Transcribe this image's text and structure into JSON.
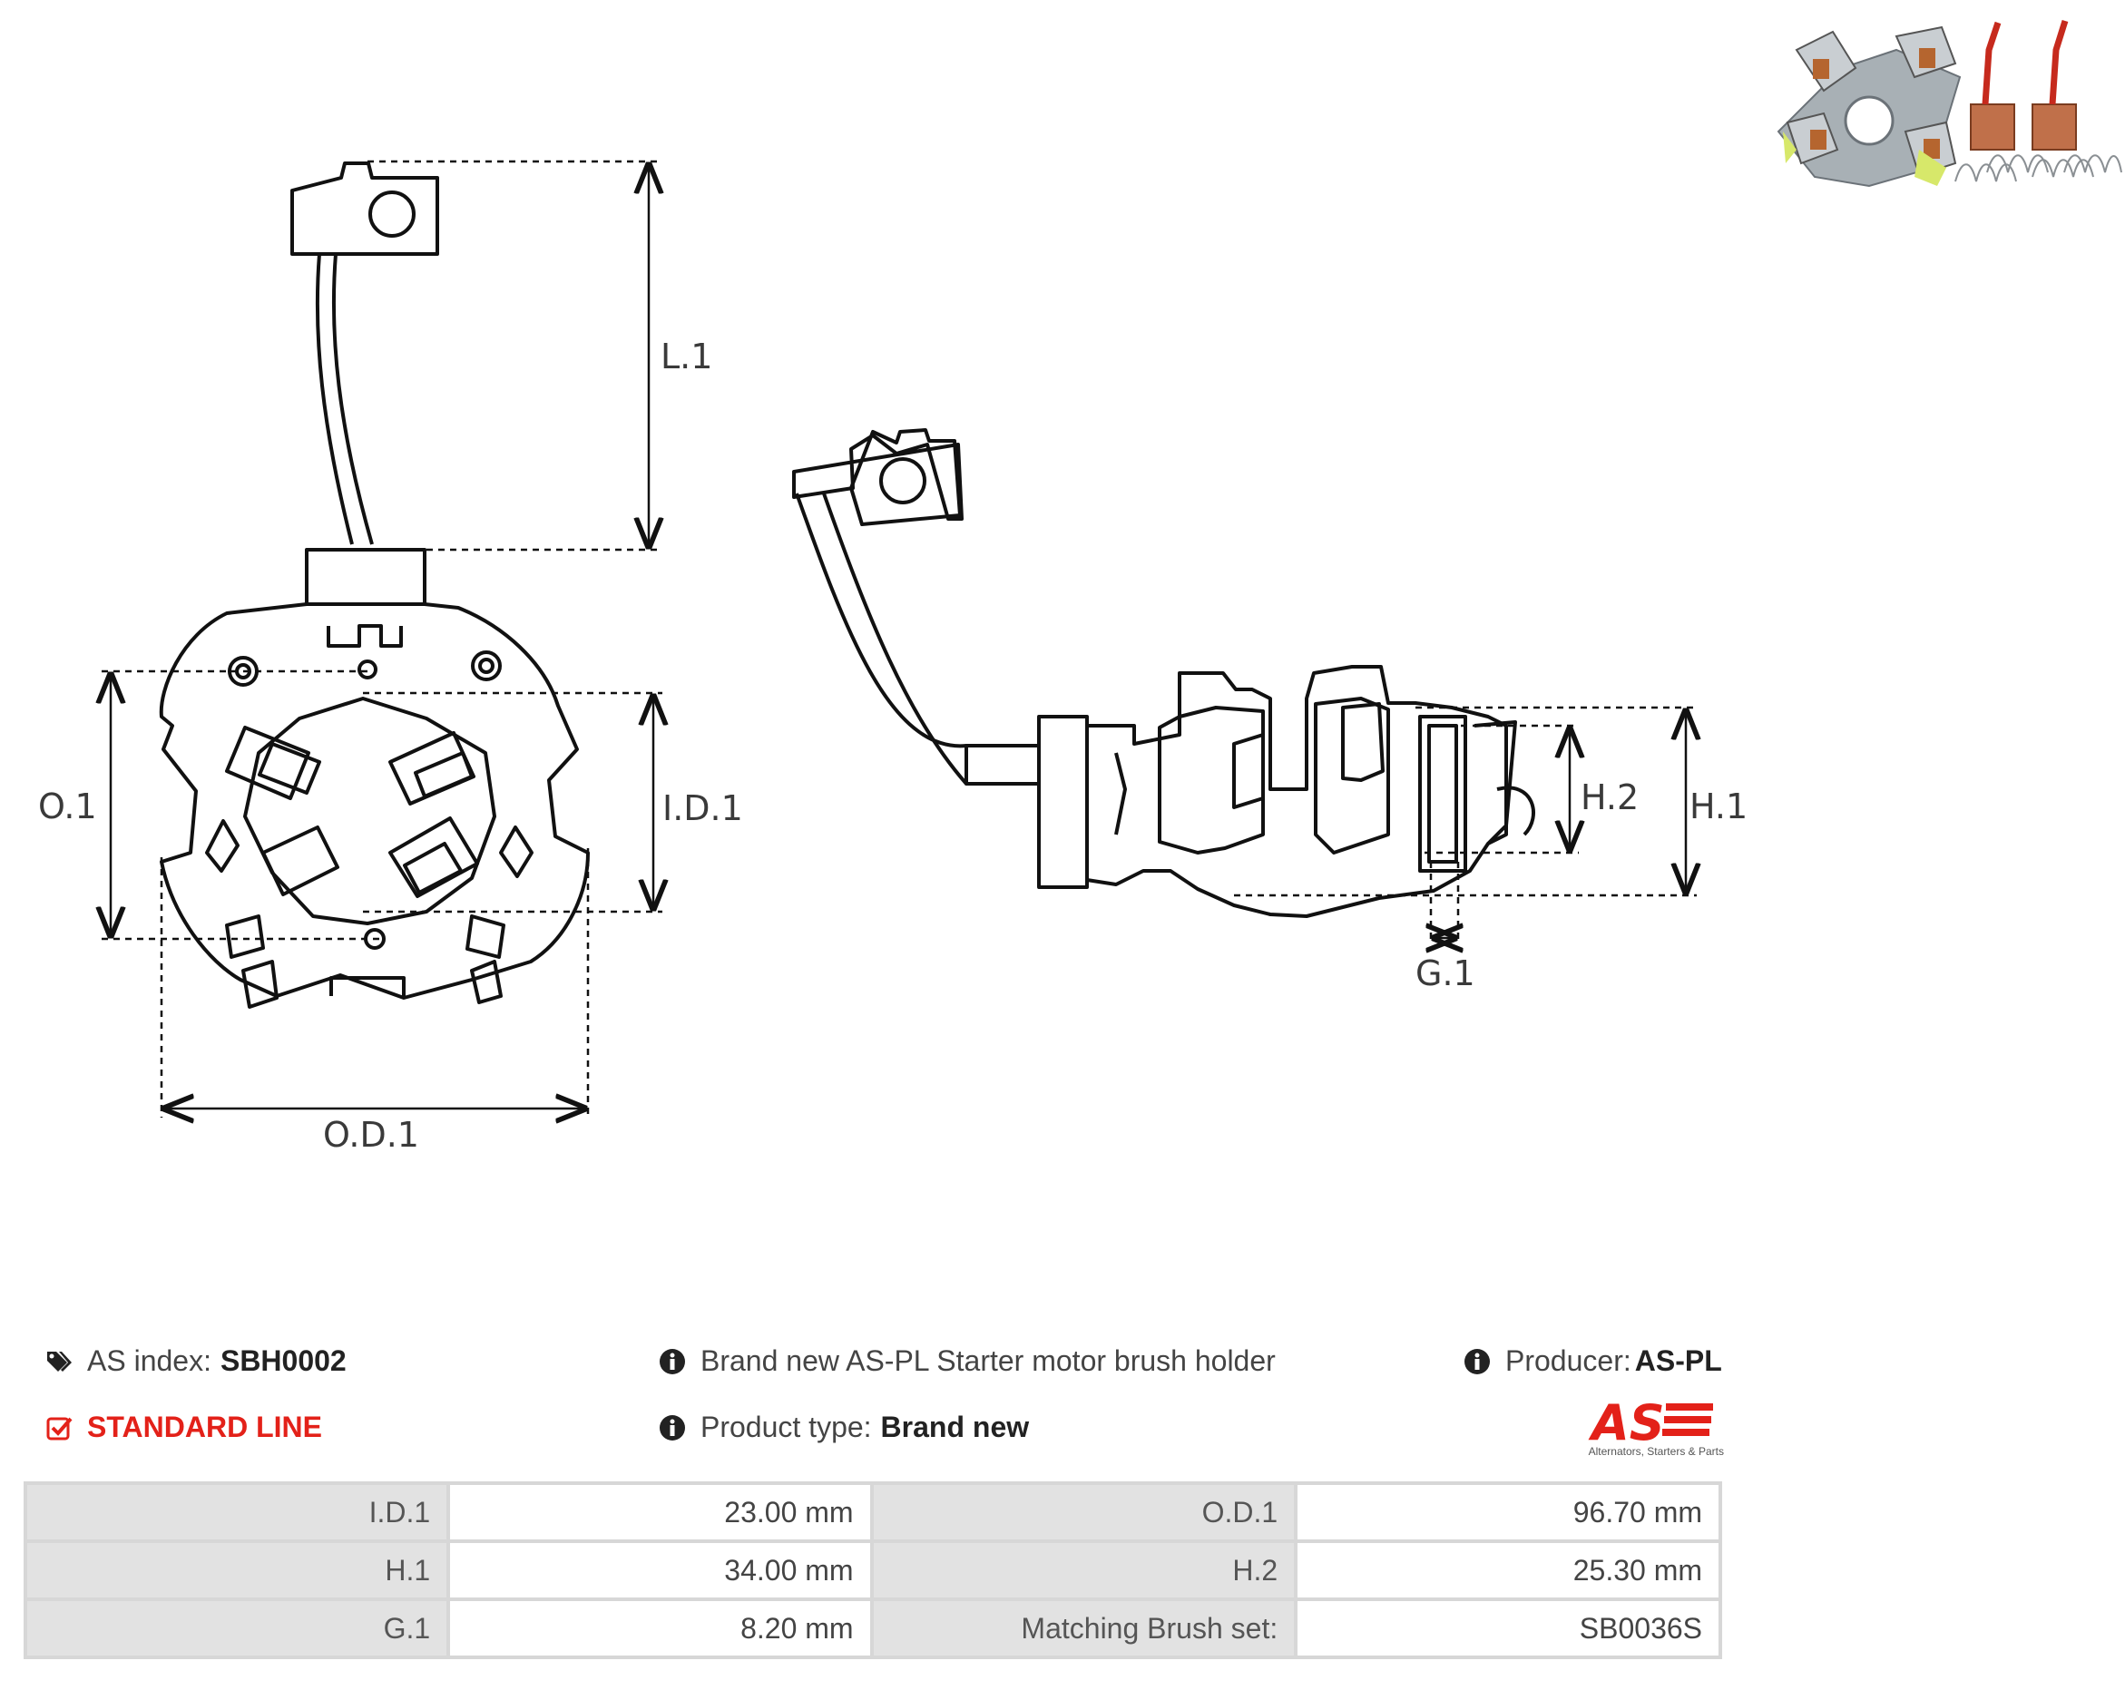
{
  "drawing": {
    "labels": {
      "l1": "L.1",
      "o1": "O.1",
      "id1": "I.D.1",
      "od1": "O.D.1",
      "h1": "H.1",
      "h2": "H.2",
      "g1": "G.1"
    }
  },
  "header": {
    "as_index_label": "AS index:",
    "as_index_value": "SBH0002",
    "line_label": "STANDARD LINE",
    "description": "Brand new AS-PL Starter motor brush holder",
    "product_type_label": "Product type:",
    "product_type_value": "Brand new",
    "producer_label": "Producer:",
    "producer_value": "AS-PL"
  },
  "logo": {
    "mark": "AS",
    "tagline": "Alternators, Starters & Parts"
  },
  "specs": [
    {
      "label_a": "I.D.1",
      "value_a": "23.00 mm",
      "label_b": "O.D.1",
      "value_b": "96.70 mm"
    },
    {
      "label_a": "H.1",
      "value_a": "34.00 mm",
      "label_b": "H.2",
      "value_b": "25.30 mm"
    },
    {
      "label_a": "G.1",
      "value_a": "8.20 mm",
      "label_b": "Matching Brush set:",
      "value_b": "SB0036S"
    }
  ],
  "colors": {
    "accent_red": "#e32119",
    "table_border": "#d7d7d7",
    "table_label_bg": "#e2e2e2"
  }
}
